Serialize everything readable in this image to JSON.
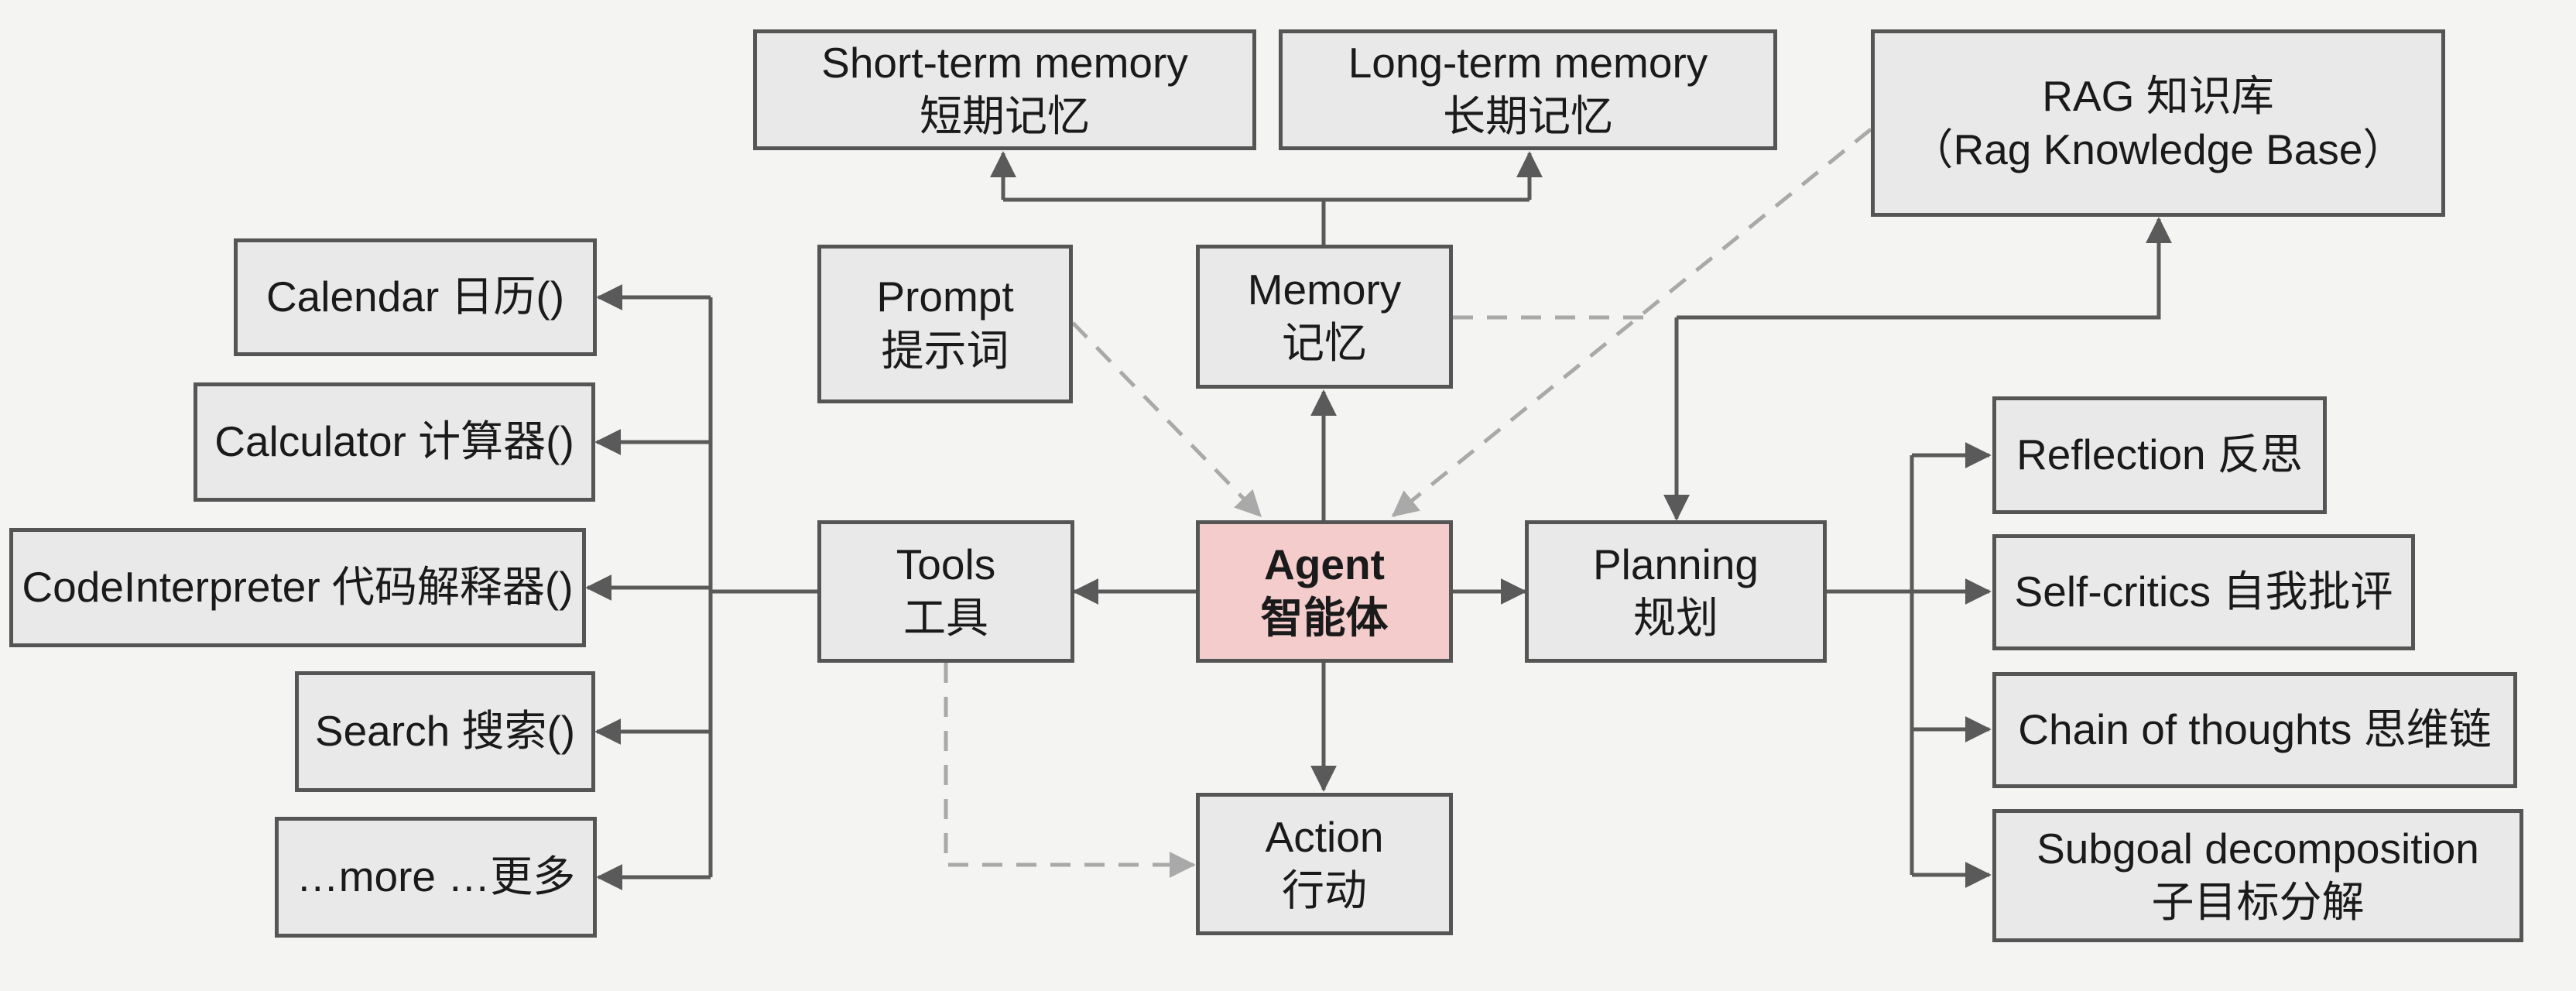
{
  "nodes": {
    "short_term_memory": {
      "line1": "Short-term memory",
      "line2": "短期记忆"
    },
    "long_term_memory": {
      "line1": "Long-term memory",
      "line2": "长期记忆"
    },
    "rag": {
      "line1": "RAG 知识库",
      "line2": "（Rag Knowledge Base）"
    },
    "prompt": {
      "line1": "Prompt",
      "line2": "提示词"
    },
    "memory": {
      "line1": "Memory",
      "line2": "记忆"
    },
    "tools": {
      "line1": "Tools",
      "line2": "工具"
    },
    "agent": {
      "line1": "Agent",
      "line2": "智能体"
    },
    "planning": {
      "line1": "Planning",
      "line2": "规划"
    },
    "action": {
      "line1": "Action",
      "line2": "行动"
    },
    "calendar": {
      "line1": "Calendar 日历()"
    },
    "calculator": {
      "line1": "Calculator 计算器()"
    },
    "code_interpreter": {
      "line1": "CodeInterpreter 代码解释器()"
    },
    "search": {
      "line1": "Search 搜索()"
    },
    "more": {
      "line1": "…more …更多"
    },
    "reflection": {
      "line1": "Reflection 反思"
    },
    "self_critics": {
      "line1": "Self-critics 自我批评"
    },
    "chain_of_thoughts": {
      "line1": "Chain of thoughts 思维链"
    },
    "subgoal": {
      "line1": "Subgoal decomposition",
      "line2": "子目标分解"
    }
  },
  "colors": {
    "box_fill": "#e9e9e9",
    "agent_fill": "#f4cccc",
    "border": "#555555",
    "solid_arrow": "#5a5a5a",
    "dashed_arrow": "#a9a9a9"
  }
}
